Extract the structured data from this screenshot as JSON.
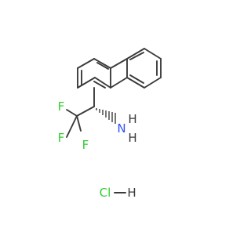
{
  "molecule": {
    "atoms": {
      "fluorine_1": "F",
      "fluorine_2": "F",
      "fluorine_3": "F",
      "amine_n": "N",
      "amine_h1": "H",
      "amine_h2": "H"
    },
    "salt": {
      "chloride": "Cl",
      "hydrogen": "H"
    }
  },
  "colors": {
    "bond": "#3a3a3a",
    "fluorine": "#33cc33",
    "nitrogen": "#3050f8",
    "chlorine": "#33cc33"
  }
}
